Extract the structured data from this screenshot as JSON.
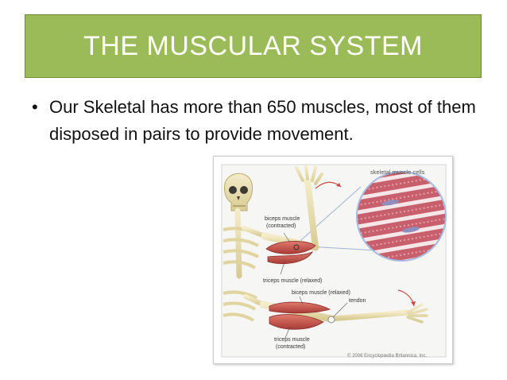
{
  "slide": {
    "title": "THE MUSCULAR SYSTEM",
    "bullet": "Our Skeletal has more than 650 muscles, most of them disposed in pairs to provide movement."
  },
  "figure": {
    "cells_label": "skeletal muscle cells",
    "biceps_contracted_line1": "biceps muscle",
    "biceps_contracted_line2": "(contracted)",
    "triceps_relaxed": "triceps muscle (relaxed)",
    "biceps_relaxed": "biceps muscle (relaxed)",
    "tendon": "tendon",
    "triceps_contracted_line1": "triceps muscle",
    "triceps_contracted_line2": "(contracted)",
    "copyright": "© 2006 Encyclopædia Britannica, Inc."
  },
  "colors": {
    "title_bar": "#9bbb59",
    "title_text": "#ffffff",
    "bone": "#ede3b6",
    "muscle": "#c8504a"
  }
}
